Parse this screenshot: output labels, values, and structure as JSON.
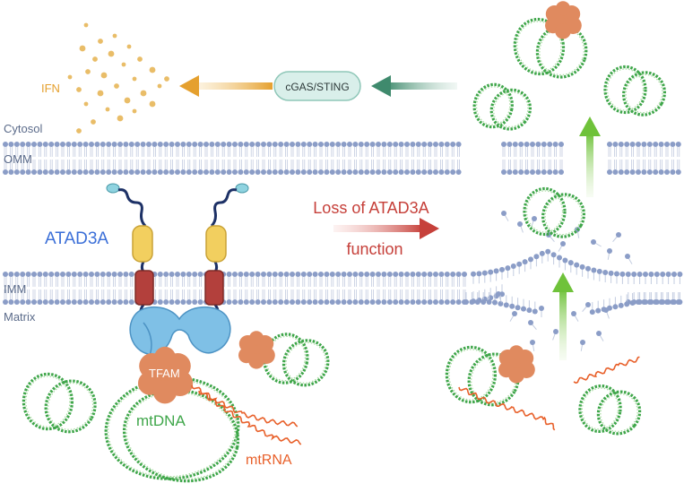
{
  "labels": {
    "ifn": "IFN",
    "cgas_sting": "cGAS/STING",
    "cytosol": "Cytosol",
    "omm": "OMM",
    "imm": "IMM",
    "matrix": "Matrix",
    "atad3a": "ATAD3A",
    "loss_line1": "Loss of ATAD3A",
    "loss_line2": "function",
    "tfam": "TFAM",
    "mtdna": "mtDNA",
    "mtrna": "mtRNA"
  },
  "colors": {
    "ifn": "#e5a02e",
    "membrane_head": "#8b9dc7",
    "membrane_tail": "#b8c3dc",
    "dna_green": "#3fa64a",
    "rna_orange": "#e8602a",
    "tfam": "#e08a5f",
    "atad3a_blue": "#7fc0e6",
    "atad3a_yellow": "#f2cf5f",
    "atad3a_red": "#b3403c",
    "loss_red": "#c6403a",
    "atad3a_label": "#3b6fd8",
    "arrow_green_light": "#7bc943",
    "arrow_teal": "#3f8a6d"
  }
}
